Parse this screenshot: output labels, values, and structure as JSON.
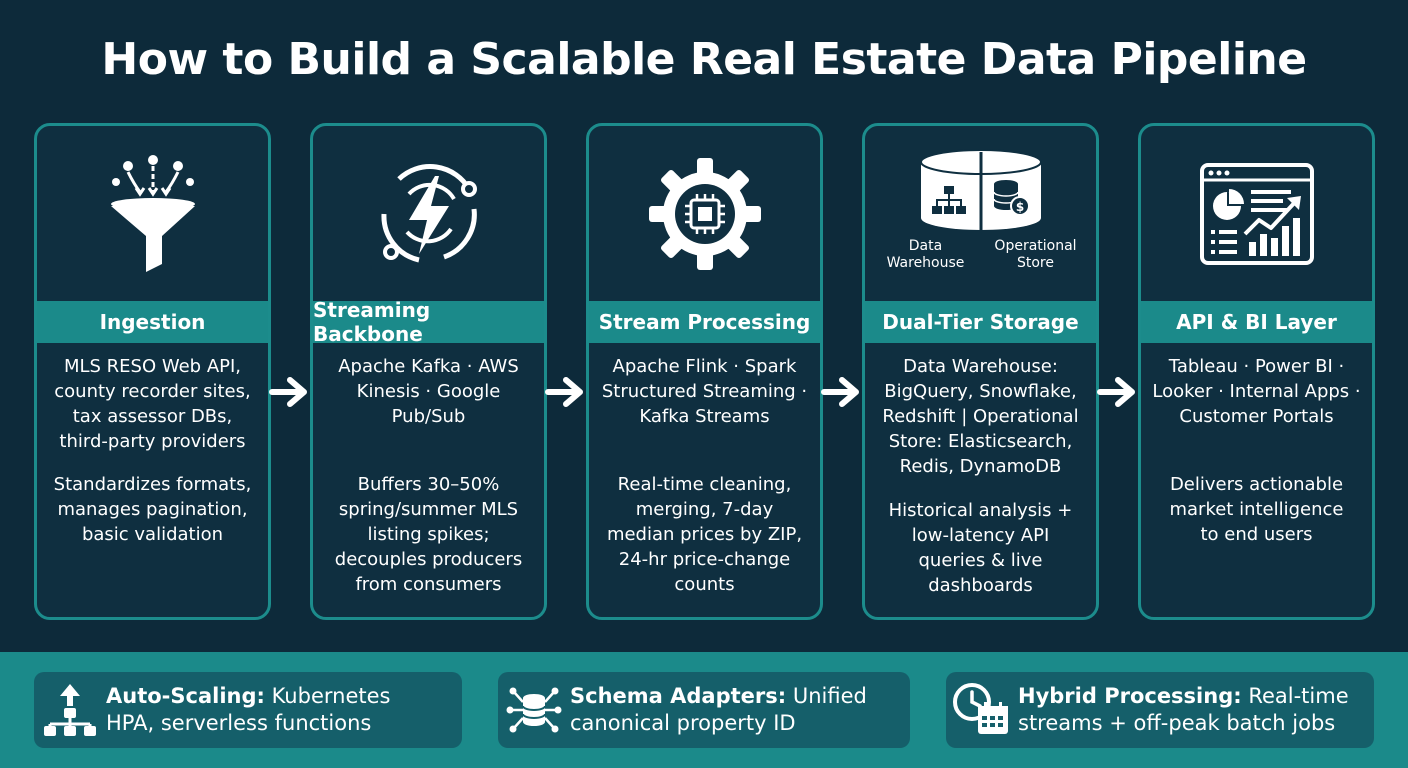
{
  "title": "How to Build a Scalable Real Estate Data Pipeline",
  "stages": [
    {
      "header": "Ingestion",
      "icon": "funnel-icon",
      "desc": [
        "MLS RESO Web API,",
        "county recorder sites,",
        "tax assessor DBs,",
        "third-party providers"
      ],
      "note": [
        "Standardizes formats,",
        "manages pagination,",
        "basic validation"
      ]
    },
    {
      "header": "Streaming Backbone",
      "icon": "lightning-stream-icon",
      "desc": [
        "Apache Kafka · AWS",
        "Kinesis · Google",
        "Pub/Sub"
      ],
      "note": [
        "Buffers 30–50%",
        "spring/summer MLS",
        "listing spikes;",
        "decouples producers",
        "from consumers"
      ]
    },
    {
      "header": "Stream Processing",
      "icon": "gear-chip-icon",
      "desc": [
        "Apache Flink · Spark",
        "Structured Streaming ·",
        "Kafka Streams"
      ],
      "note": [
        "Real-time cleaning,",
        "merging, 7-day",
        "median prices by ZIP,",
        "24-hr price-change",
        "counts"
      ]
    },
    {
      "header": "Dual-Tier Storage",
      "icon": "database-split-icon",
      "icon_labels": [
        [
          "Data",
          "Warehouse"
        ],
        [
          "Operational",
          "Store"
        ]
      ],
      "desc": [
        "Data Warehouse:",
        "BigQuery, Snowflake,",
        "Redshift | Operational",
        "Store: Elasticsearch,",
        "Redis, DynamoDB"
      ],
      "note": [
        "Historical analysis +",
        "low-latency API",
        "queries & live",
        "dashboards"
      ]
    },
    {
      "header": "API & BI Layer",
      "icon": "dashboard-chart-icon",
      "desc": [
        "Tableau · Power BI ·",
        "Looker · Internal Apps ·",
        "Customer Portals"
      ],
      "note": [
        "Delivers actionable",
        "market intelligence",
        "to end users"
      ]
    }
  ],
  "features": [
    {
      "icon": "auto-scaling-icon",
      "bold": "Auto-Scaling:",
      "text1": " Kubernetes",
      "text2": "HPA, serverless functions"
    },
    {
      "icon": "schema-adapter-icon",
      "bold": "Schema Adapters:",
      "text1": " Unified",
      "text2": "canonical property ID"
    },
    {
      "icon": "hybrid-clock-calendar-icon",
      "bold": "Hybrid Processing:",
      "text1": " Real-time",
      "text2": "streams + off-peak batch jobs"
    }
  ],
  "colors": {
    "background": "#0d2a3a",
    "accent": "#1b8a8a",
    "card_border": "#1c8c8c",
    "pill": "#155f6a"
  }
}
